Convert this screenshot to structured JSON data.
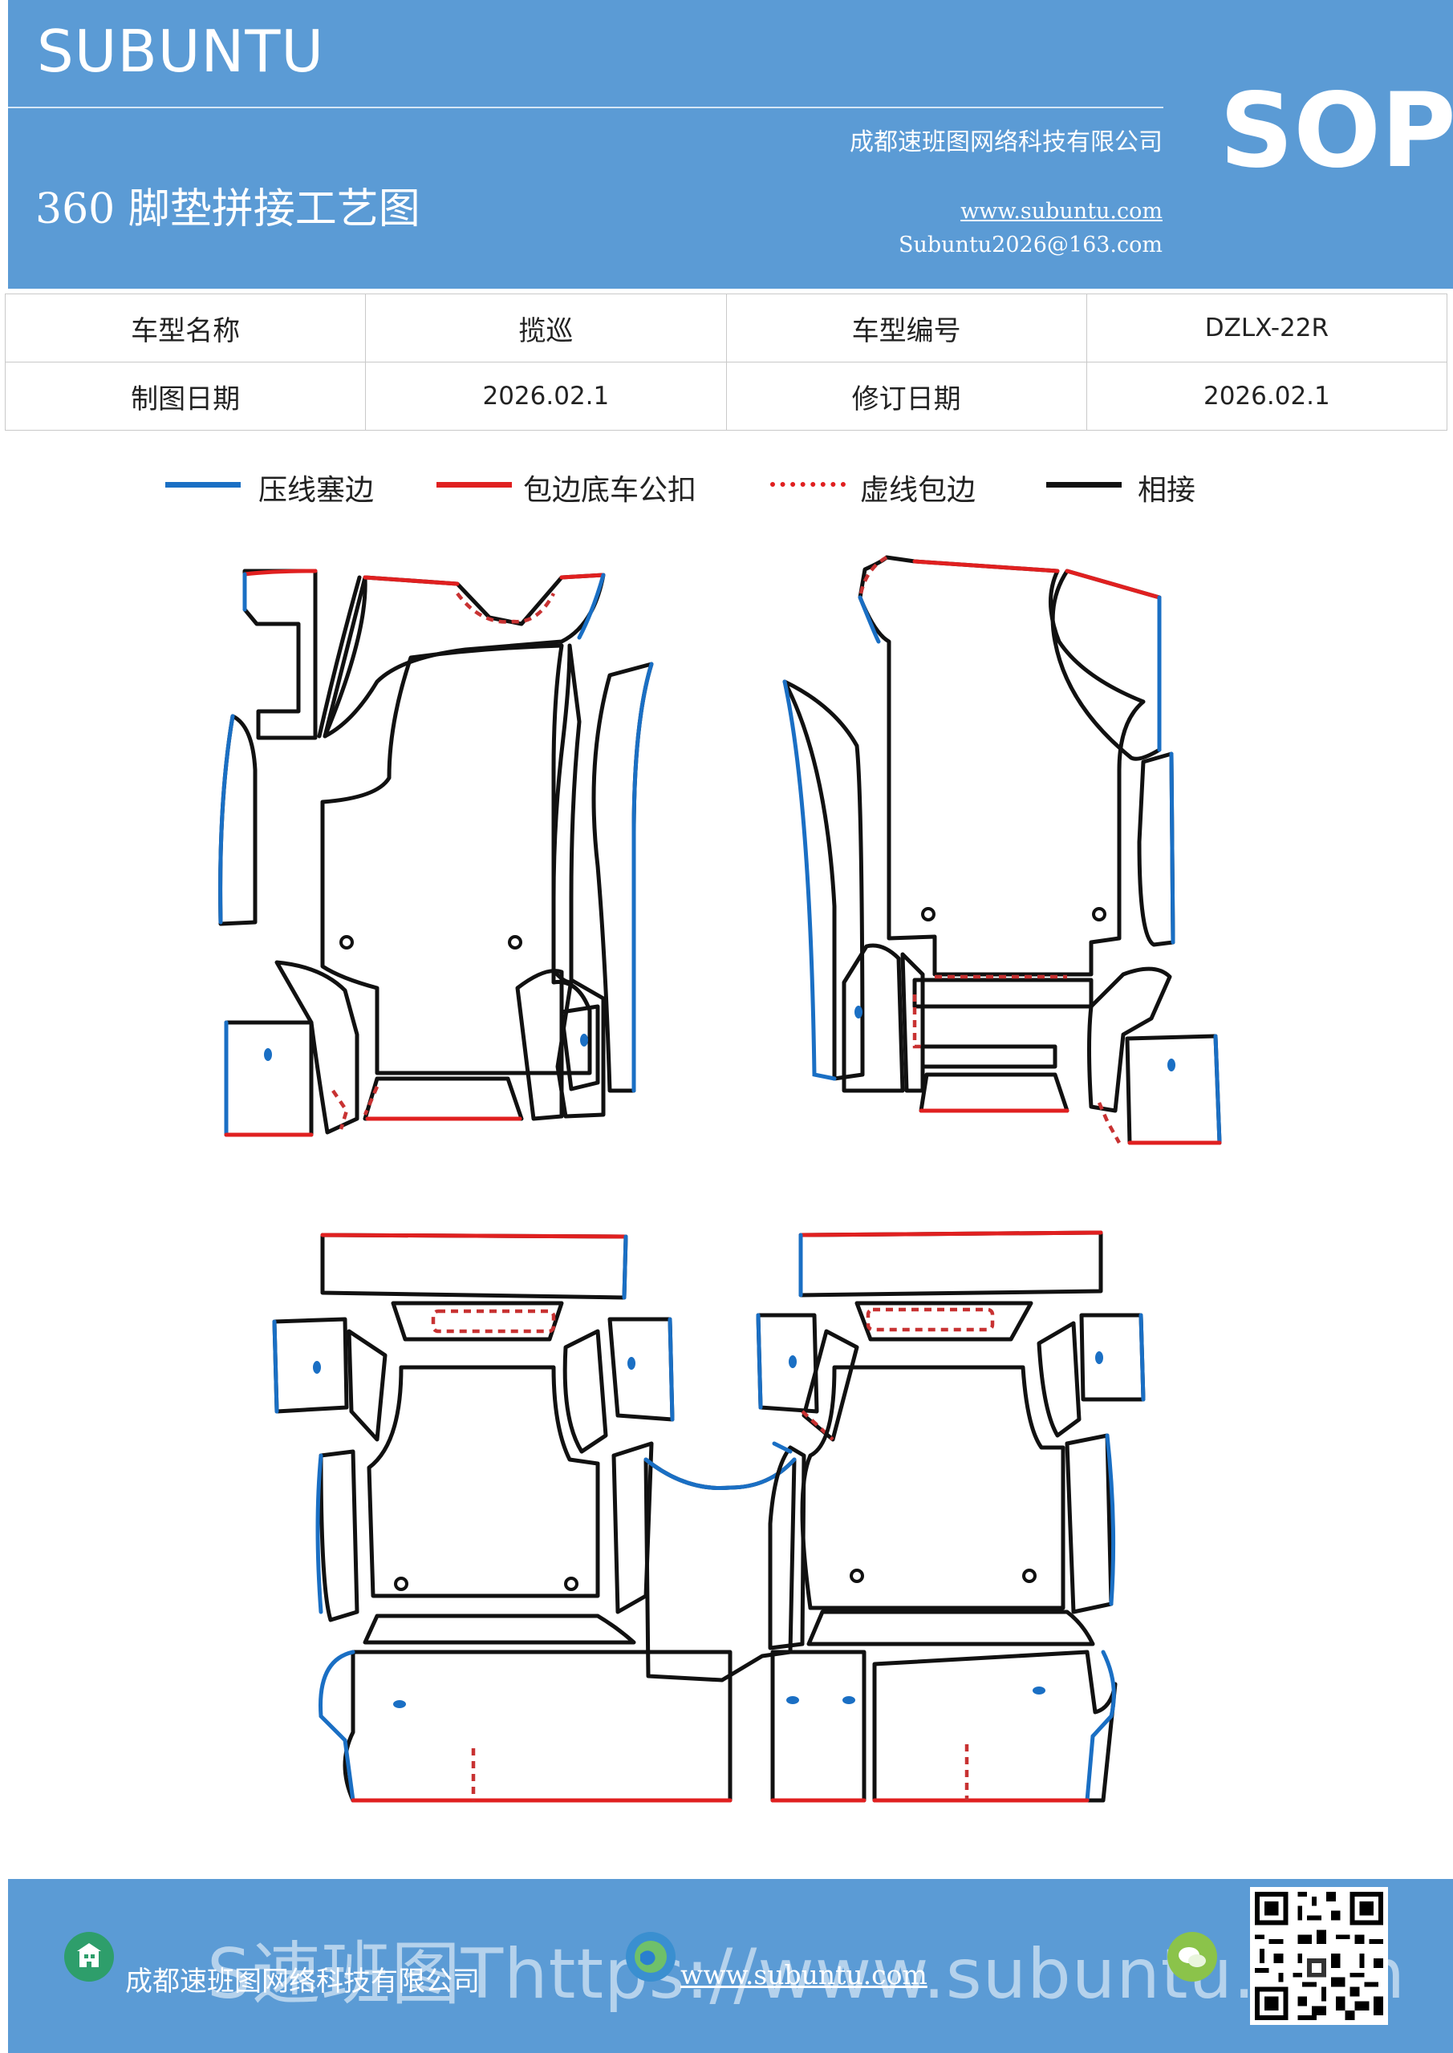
{
  "header": {
    "brand": "SUBUNTU",
    "badge": "SOP",
    "title": "360 脚垫拼接工艺图",
    "company": "成都速班图网络科技有限公司",
    "website": "www.subuntu.com",
    "email": "Subuntu2026@163.com"
  },
  "info_table": {
    "rows": [
      [
        "车型名称",
        "揽巡",
        "车型编号",
        "DZLX-22R"
      ],
      [
        "制图日期",
        "2026.02.1",
        "修订日期",
        "2026.02.1"
      ]
    ]
  },
  "legend": [
    {
      "label": "压线塞边",
      "color": "#1a6fc4",
      "style": "solid"
    },
    {
      "label": "包边底车公扣",
      "color": "#e02020",
      "style": "solid"
    },
    {
      "label": "虚线包边",
      "color": "#e02020",
      "style": "dashed"
    },
    {
      "label": "相接",
      "color": "#111111",
      "style": "solid"
    }
  ],
  "colors": {
    "header_bg": "#5b9bd5",
    "press_line_blue": "#1a6fc4",
    "edge_red": "#e02020",
    "join_black": "#111111"
  },
  "footer": {
    "company": "成都速班图网络科技有限公司",
    "website": "www.subuntu.com",
    "overlay_text": "S速班图Thttps://www.subuntu.com",
    "icons": [
      "building-icon",
      "globe-icon",
      "wechat-icon",
      "qr-code"
    ]
  }
}
